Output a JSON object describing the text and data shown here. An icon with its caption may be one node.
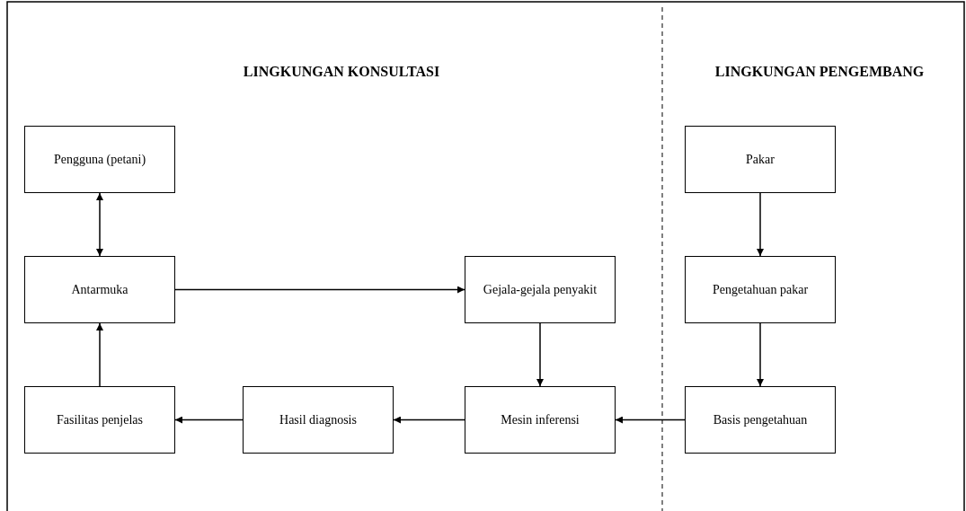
{
  "diagram": {
    "nodes": [
      {
        "text": [
          "Pengguna (petani)"
        ]
      },
      {
        "text": [
          "Antarmuka"
        ]
      },
      {
        "text": [
          "Gejala-gejala penyakit"
        ]
      },
      {
        "text": [
          "Fasilitas penjelas"
        ]
      },
      {
        "text": [
          "Hasil diagnosis"
        ]
      },
      {
        "text": [
          "Mesin inferensi"
        ]
      },
      {
        "text": [
          "Pakar"
        ]
      },
      {
        "text": [
          "Pengetahuan pakar"
        ]
      },
      {
        "text": [
          "Basis pengetahuan"
        ]
      }
    ],
    "edges": [
      {
        "from": 0,
        "to": 1,
        "arrow": "both"
      },
      {
        "from": 1,
        "to": 2,
        "arrow": "to"
      },
      {
        "from": 2,
        "to": 5,
        "arrow": "to"
      },
      {
        "from": 5,
        "to": 4,
        "arrow": "to"
      },
      {
        "from": 4,
        "to": 3,
        "arrow": "to"
      },
      {
        "from": 3,
        "to": 1,
        "arrow": "to"
      },
      {
        "from": 6,
        "to": 7,
        "arrow": "to"
      },
      {
        "from": 7,
        "to": 8,
        "arrow": "to"
      },
      {
        "from": 8,
        "to": 5,
        "arrow": "to"
      }
    ],
    "labels": [
      "LINGKUNGAN KONSULTASI",
      "LINGKUNGAN PENGEMBANG"
    ]
  }
}
